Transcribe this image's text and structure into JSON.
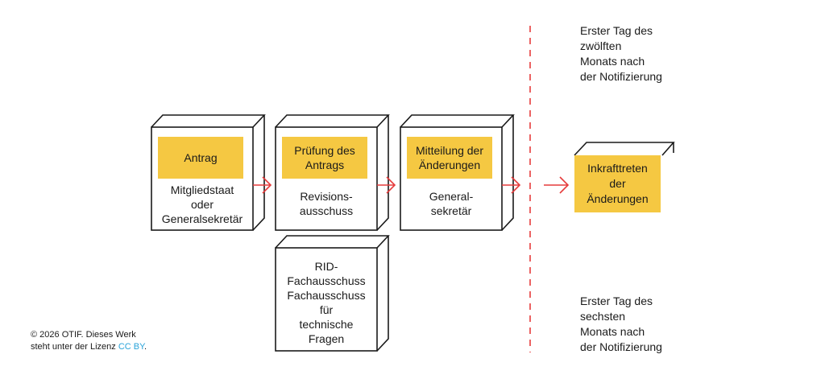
{
  "colors": {
    "label_bg": "#f5c842",
    "arrow": "#e63c3c",
    "divider": "#e63c3c",
    "license_link": "#29a3d9"
  },
  "steps": [
    {
      "label": "Antrag",
      "sub": "Mitgliedstaat\noder\nGeneralsekretär"
    },
    {
      "label": "Prüfung des\nAntrags",
      "sub": "Revisions-\nausschuss"
    },
    {
      "label": "Mitteilung der\nÄnderungen",
      "sub": "General-\nsekretär"
    }
  ],
  "committee": "RID-\nFachausschuss\nFachausschuss\nfür\ntechnische\nFragen",
  "result": "Inkrafttreten\nder\nÄnderungen",
  "notes": {
    "top": "Erster Tag des\nzwölften\nMonats nach\nder Notifizierung",
    "bottom": "Erster Tag des\nsechsten\nMonats nach\nder Notifizierung"
  },
  "copyright": {
    "text": "© 2026 OTIF. Dieses Werk\nsteht unter der Lizenz ",
    "license": "CC BY",
    "end": "."
  }
}
